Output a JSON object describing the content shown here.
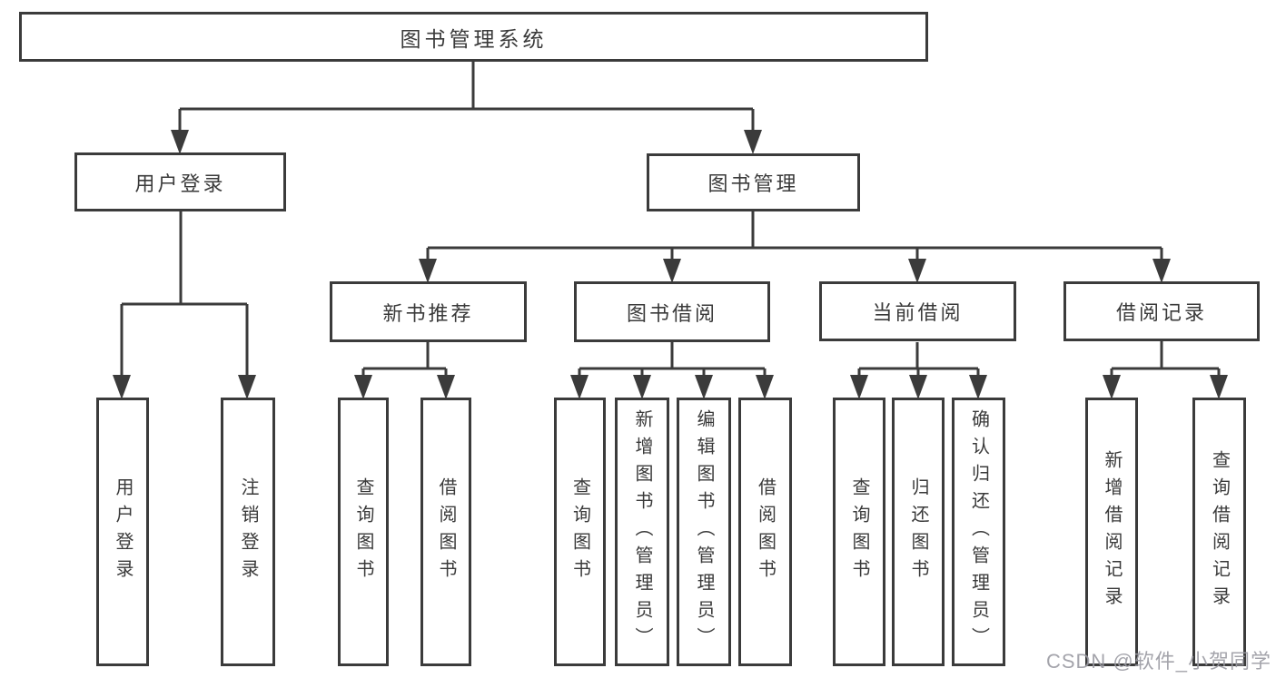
{
  "colors": {
    "line": "#3b3b3b",
    "text": "#3a3a3a",
    "background": "#ffffff",
    "watermark": "#9b9ba3"
  },
  "tree": {
    "label": "图书管理系统",
    "children": [
      {
        "label": "用户登录",
        "children": [
          {
            "label": "用户登录"
          },
          {
            "label": "注销登录"
          }
        ]
      },
      {
        "label": "图书管理",
        "children": [
          {
            "label": "新书推荐",
            "children": [
              {
                "label": "查询图书"
              },
              {
                "label": "借阅图书"
              }
            ]
          },
          {
            "label": "图书借阅",
            "children": [
              {
                "label": "查询图书"
              },
              {
                "label": "新增图书（管理员）"
              },
              {
                "label": "编辑图书（管理员）"
              },
              {
                "label": "借阅图书"
              }
            ]
          },
          {
            "label": "当前借阅",
            "children": [
              {
                "label": "查询图书"
              },
              {
                "label": "归还图书"
              },
              {
                "label": "确认归还（管理员）"
              }
            ]
          },
          {
            "label": "借阅记录",
            "children": [
              {
                "label": "新增借阅记录"
              },
              {
                "label": "查询借阅记录"
              }
            ]
          }
        ]
      }
    ]
  },
  "watermark": {
    "text": "CSDN @软件_小贺同学"
  }
}
